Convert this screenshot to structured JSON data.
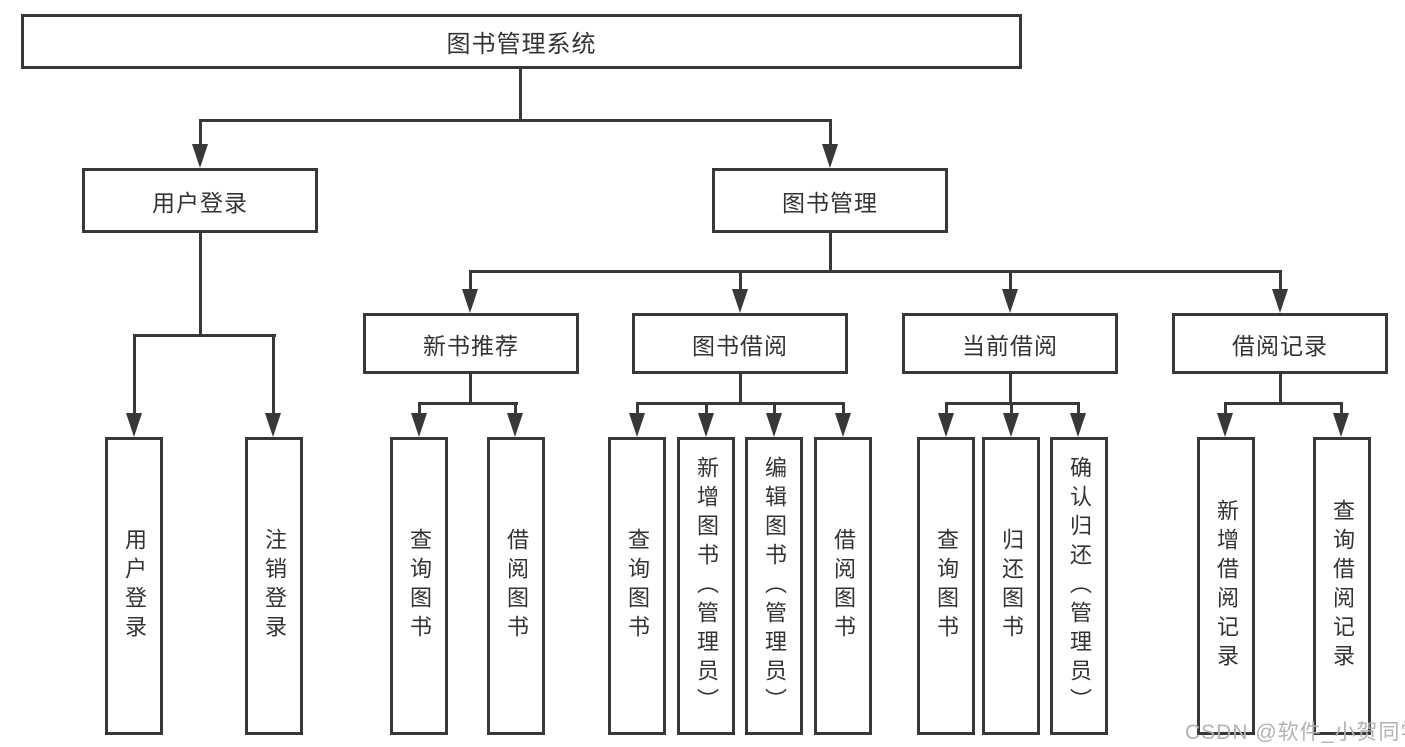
{
  "watermark": "CSDN @软件_小贺同学",
  "colors": {
    "line": "#383838",
    "text": "#333333",
    "bg": "#ffffff",
    "watermark": "#b5b0b2"
  },
  "tree": {
    "root": {
      "label": "图书管理系统",
      "children": [
        {
          "label": "用户登录",
          "children": [
            {
              "label": "用户登录"
            },
            {
              "label": "注销登录"
            }
          ]
        },
        {
          "label": "图书管理",
          "children": [
            {
              "label": "新书推荐",
              "children": [
                {
                  "label": "查询图书"
                },
                {
                  "label": "借阅图书"
                }
              ]
            },
            {
              "label": "图书借阅",
              "children": [
                {
                  "label": "查询图书"
                },
                {
                  "label": "新增图书（管理员）"
                },
                {
                  "label": "编辑图书（管理员）"
                },
                {
                  "label": "借阅图书"
                }
              ]
            },
            {
              "label": "当前借阅",
              "children": [
                {
                  "label": "查询图书"
                },
                {
                  "label": "归还图书"
                },
                {
                  "label": "确认归还（管理员）"
                }
              ]
            },
            {
              "label": "借阅记录",
              "children": [
                {
                  "label": "新增借阅记录"
                },
                {
                  "label": "查询借阅记录"
                }
              ]
            }
          ]
        }
      ]
    }
  }
}
